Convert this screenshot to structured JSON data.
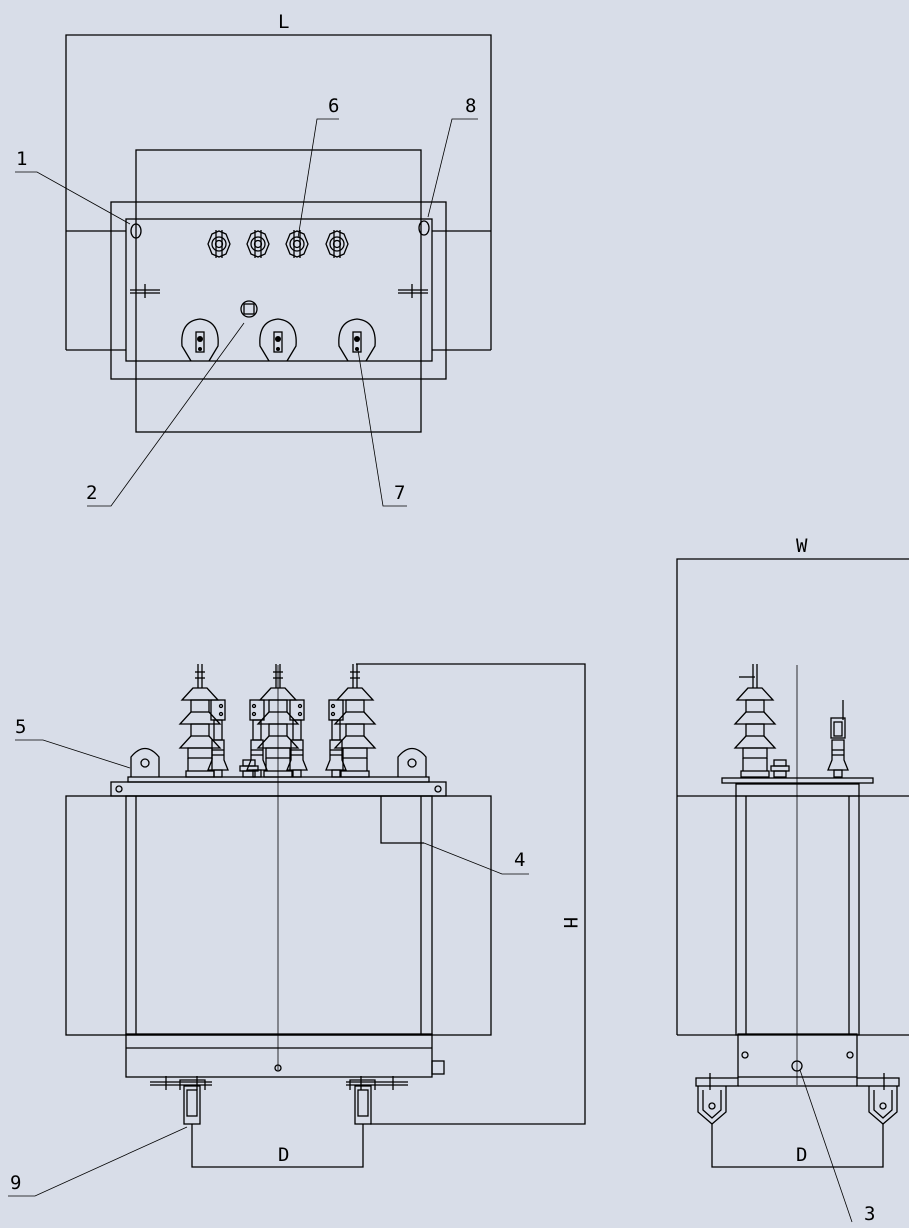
{
  "dimensions": {
    "length": "L",
    "width": "W",
    "height": "H",
    "wheel_spacing_front": "D",
    "wheel_spacing_side": "D"
  },
  "callouts": [
    "1",
    "2",
    "3",
    "4",
    "5",
    "6",
    "7",
    "8",
    "9"
  ],
  "colors": {
    "background": "#d8dde8",
    "lines": "#000000"
  }
}
